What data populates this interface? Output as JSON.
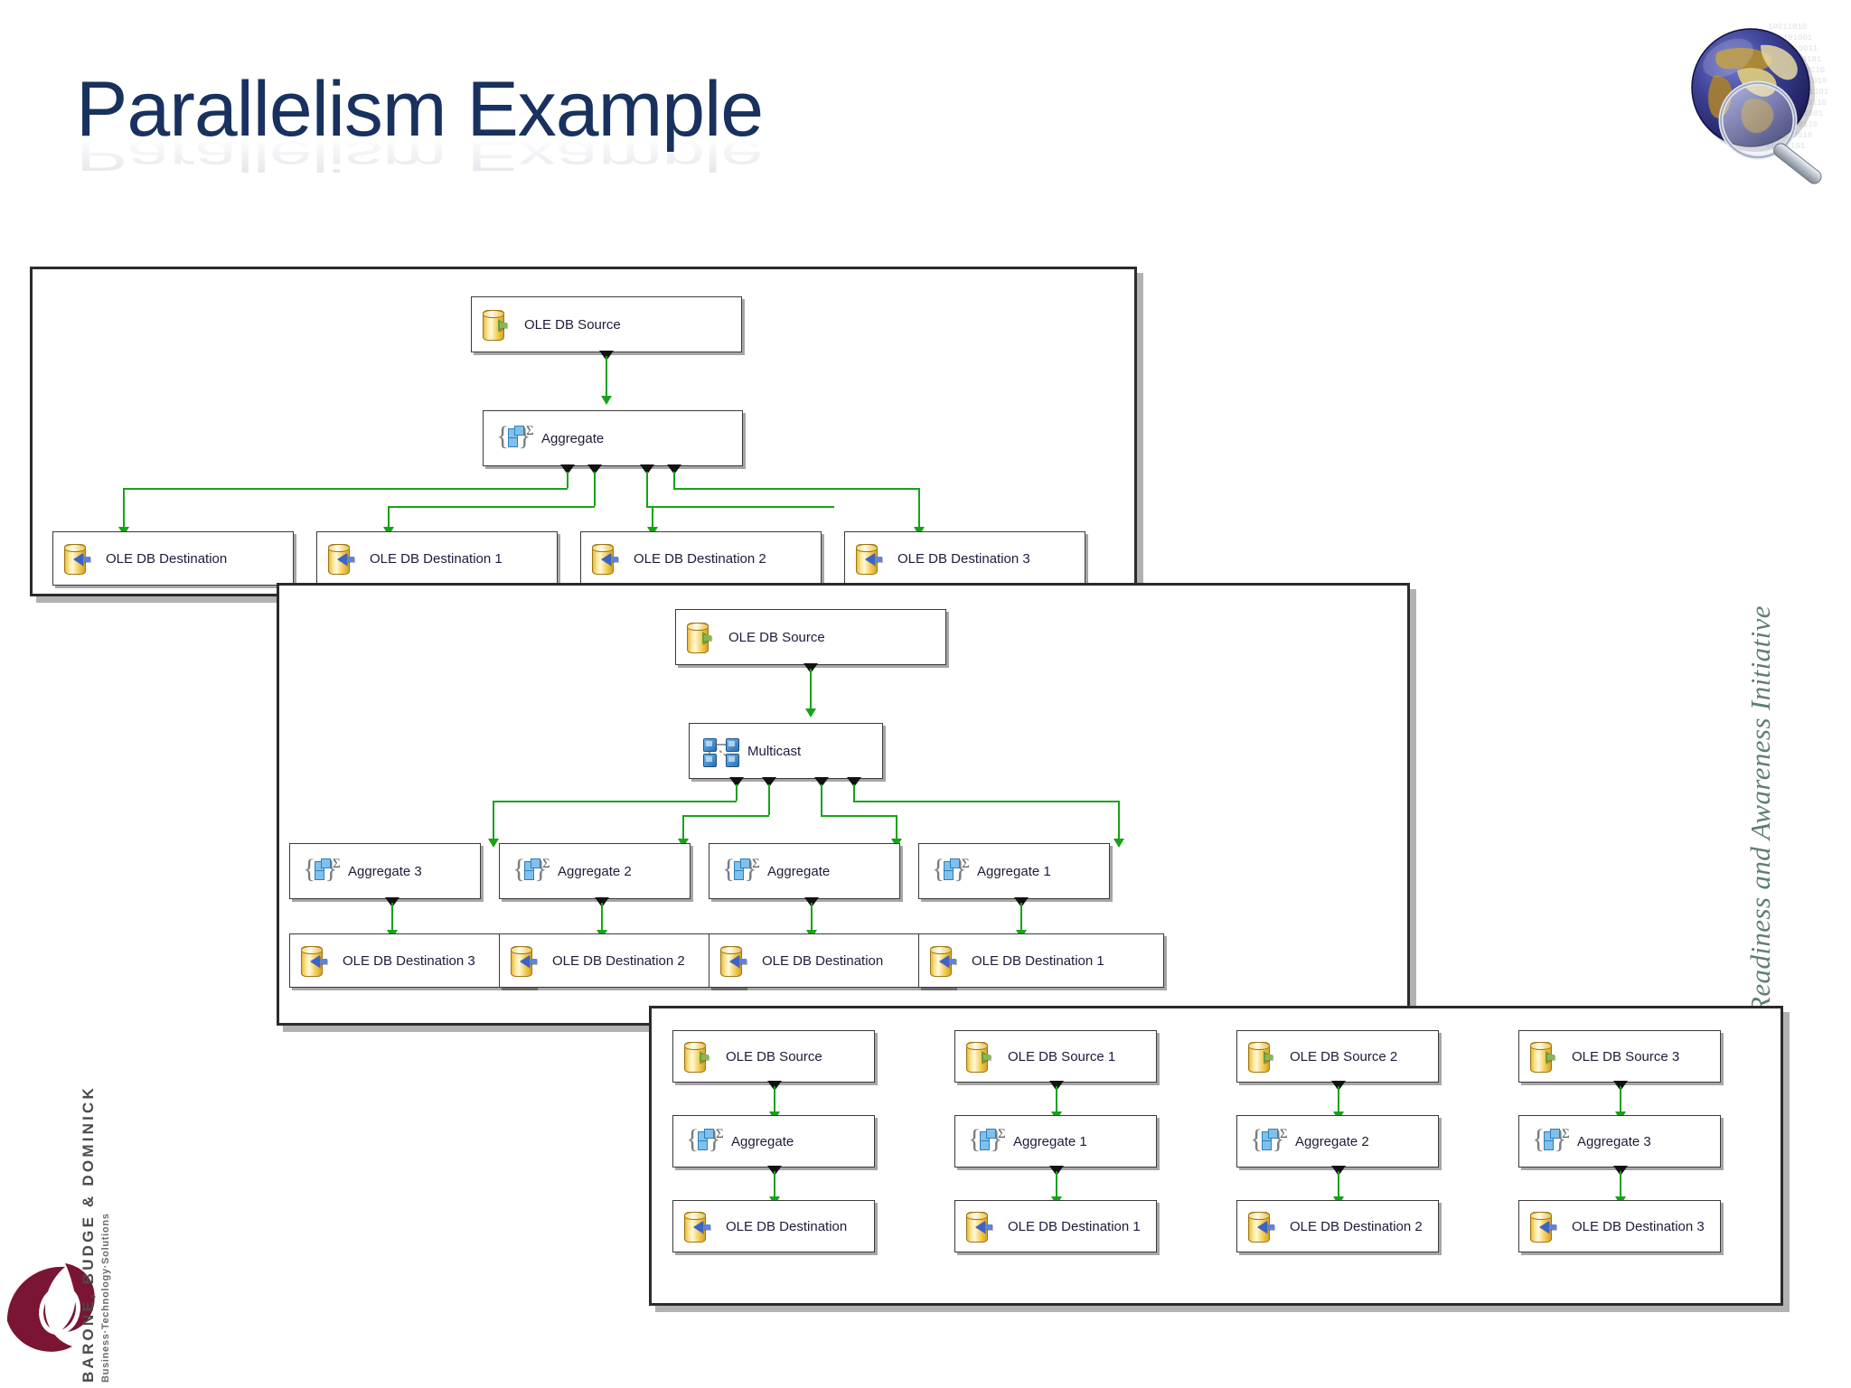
{
  "slide": {
    "title": "Parallelism Example",
    "side_text": "BB&D Technology Readiness and Awareness Initiative",
    "brand_name": "BARONE, BUDGE & DOMINICK",
    "brand_tagline": "Business·Technology·Solutions",
    "title_color": "#18315e",
    "side_text_color": "#5f7d77",
    "brand_color": "#7a1533",
    "connector_color": "#17a317"
  },
  "logo": {
    "globe": "globe-magnifier-icon"
  },
  "panels": [
    {
      "id": "panel-1",
      "name": "single-source-aggregate-fanout",
      "source": {
        "label": "OLE DB Source",
        "icon": "ole-db-source-icon"
      },
      "transform": {
        "label": "Aggregate",
        "icon": "aggregate-icon"
      },
      "destinations": [
        {
          "label": "OLE DB Destination",
          "icon": "ole-db-destination-icon"
        },
        {
          "label": "OLE DB Destination 1",
          "icon": "ole-db-destination-icon"
        },
        {
          "label": "OLE DB Destination 2",
          "icon": "ole-db-destination-icon"
        },
        {
          "label": "OLE DB Destination 3",
          "icon": "ole-db-destination-icon"
        }
      ]
    },
    {
      "id": "panel-2",
      "name": "single-source-multicast-parallel-aggregates",
      "source": {
        "label": "OLE DB Source",
        "icon": "ole-db-source-icon"
      },
      "transform": {
        "label": "Multicast",
        "icon": "multicast-icon"
      },
      "aggregates": [
        {
          "label": "Aggregate 3",
          "icon": "aggregate-icon"
        },
        {
          "label": "Aggregate 2",
          "icon": "aggregate-icon"
        },
        {
          "label": "Aggregate",
          "icon": "aggregate-icon"
        },
        {
          "label": "Aggregate 1",
          "icon": "aggregate-icon"
        }
      ],
      "destinations": [
        {
          "label": "OLE DB Destination 3",
          "icon": "ole-db-destination-icon"
        },
        {
          "label": "OLE DB Destination 2",
          "icon": "ole-db-destination-icon"
        },
        {
          "label": "OLE DB Destination",
          "icon": "ole-db-destination-icon"
        },
        {
          "label": "OLE DB Destination 1",
          "icon": "ole-db-destination-icon"
        }
      ]
    },
    {
      "id": "panel-3",
      "name": "four-independent-parallel-pipelines",
      "sources": [
        {
          "label": "OLE DB Source",
          "icon": "ole-db-source-icon"
        },
        {
          "label": "OLE DB Source 1",
          "icon": "ole-db-source-icon"
        },
        {
          "label": "OLE DB Source 2",
          "icon": "ole-db-source-icon"
        },
        {
          "label": "OLE DB Source 3",
          "icon": "ole-db-source-icon"
        }
      ],
      "aggregates": [
        {
          "label": "Aggregate",
          "icon": "aggregate-icon"
        },
        {
          "label": "Aggregate 1",
          "icon": "aggregate-icon"
        },
        {
          "label": "Aggregate 2",
          "icon": "aggregate-icon"
        },
        {
          "label": "Aggregate 3",
          "icon": "aggregate-icon"
        }
      ],
      "destinations": [
        {
          "label": "OLE DB Destination",
          "icon": "ole-db-destination-icon"
        },
        {
          "label": "OLE DB Destination 1",
          "icon": "ole-db-destination-icon"
        },
        {
          "label": "OLE DB Destination 2",
          "icon": "ole-db-destination-icon"
        },
        {
          "label": "OLE DB Destination 3",
          "icon": "ole-db-destination-icon"
        }
      ]
    }
  ]
}
